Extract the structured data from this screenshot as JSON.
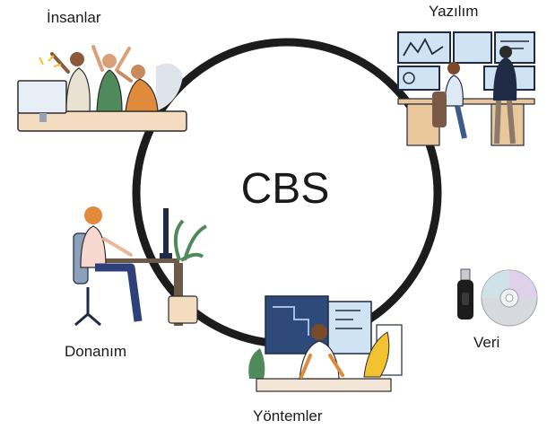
{
  "center_label": "CBS",
  "components": {
    "people": "İnsanlar",
    "software": "Yazılım",
    "hardware": "Donanım",
    "methods": "Yöntemler",
    "data": "Veri"
  },
  "icons": {
    "people": "team-celebrating-icon",
    "software": "developers-at-dashboards-icon",
    "hardware": "person-at-desktop-computer-icon",
    "methods": "person-drawing-map-icon",
    "data": "usb-drive-and-cd-icon"
  },
  "colors": {
    "ring": "#1c1c1c",
    "text": "#1a1a1a",
    "navy": "#1f2a44",
    "sky": "#cfe3f2",
    "tan": "#e9c79a",
    "green": "#4f8a5b",
    "orange": "#e08a3c",
    "yellow": "#f2c230"
  }
}
